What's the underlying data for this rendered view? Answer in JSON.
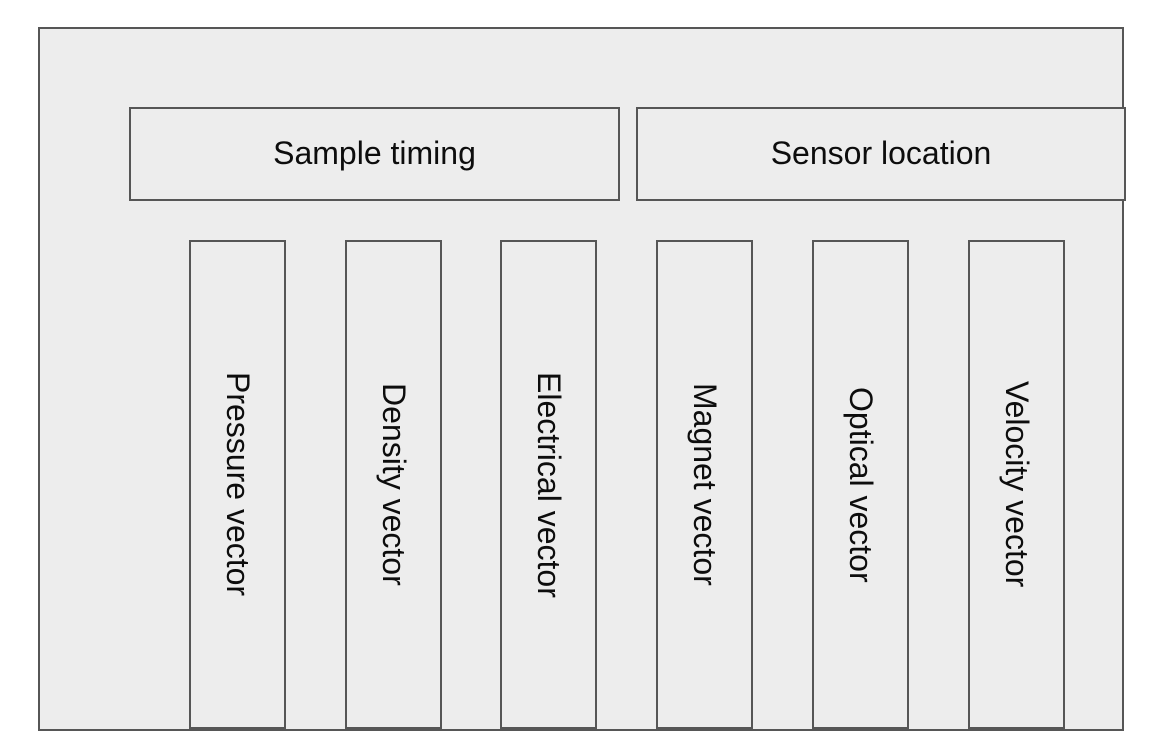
{
  "diagram": {
    "type": "block-diagram",
    "background_color": "#ffffff",
    "container": {
      "name": "outer-container",
      "fill_color": "#ededed",
      "border_color": "#565656"
    },
    "groups": [
      {
        "id": "sample-timing",
        "label": "Sample timing",
        "columns": [
          {
            "id": "pressure",
            "label": "Pressure vector"
          },
          {
            "id": "density",
            "label": "Density vector"
          },
          {
            "id": "electrical",
            "label": "Electrical vector"
          }
        ]
      },
      {
        "id": "sensor-location",
        "label": "Sensor location",
        "columns": [
          {
            "id": "magnet",
            "label": "Magnet vector"
          },
          {
            "id": "optical",
            "label": "Optical vector"
          },
          {
            "id": "velocity",
            "label": "Velocity vector"
          }
        ]
      }
    ],
    "text_color": "#0d0d0d",
    "box_fill_color": "#ededed",
    "box_border_color": "#565656"
  }
}
